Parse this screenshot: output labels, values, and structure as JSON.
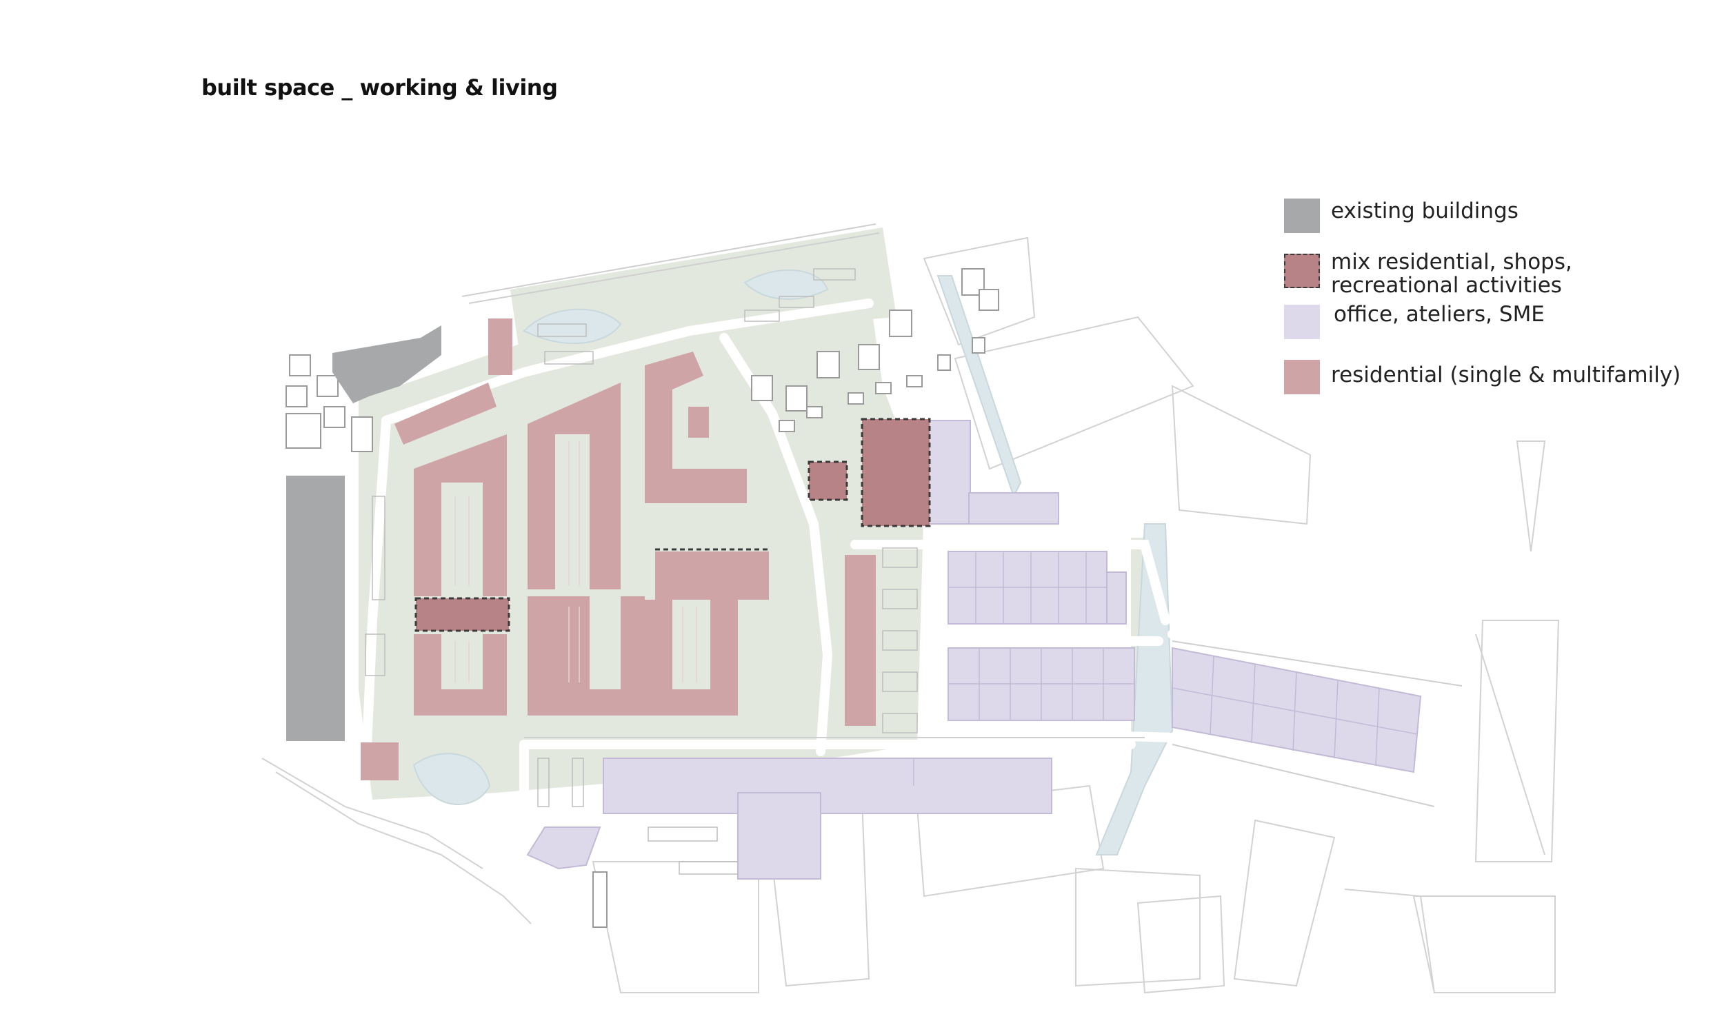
{
  "title": "built space _ working & living",
  "colors": {
    "existing": "#a7a8aa",
    "mixed": "#b88386",
    "office": "#ddd8ea",
    "residential": "#cfa4a6",
    "green": "#e3e8df",
    "water": "#dbe7ea",
    "road": "#f4f4f4",
    "outline": "#c9c9c9",
    "plot_outline": "#9a9a9a"
  },
  "legend": {
    "existing": {
      "label": "existing buildings"
    },
    "mixed": {
      "line1": "mix residential, shops,",
      "line2": "recreational activities"
    },
    "office": {
      "label": "office, ateliers, SME"
    },
    "residential": {
      "label": "residential (single & multifamily)"
    }
  }
}
